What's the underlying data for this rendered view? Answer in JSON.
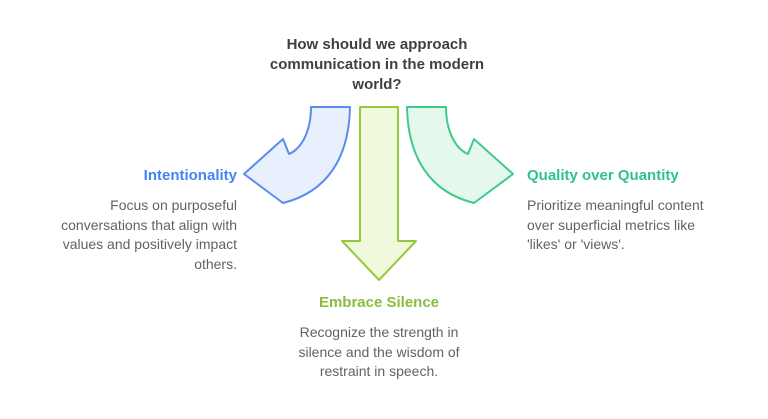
{
  "title": "How should we approach\ncommunication in the modern\nworld?",
  "colors": {
    "background": "#ffffff",
    "title_text": "#3d4043",
    "body_text": "#5f6368",
    "blue_accent": "#4284f3",
    "green_accent": "#2ec487",
    "lime_accent": "#8abd3f"
  },
  "branches": [
    {
      "id": "intentionality",
      "label": "Intentionality",
      "description": "Focus on purposeful\nconversations that align with\nvalues and positively impact\nothers.",
      "label_color": "#4284f3",
      "arrow": {
        "direction": "left-curved",
        "fill": "#e8f0fd",
        "stroke": "#5c8bee"
      }
    },
    {
      "id": "embrace-silence",
      "label": "Embrace Silence",
      "description": "Recognize the strength in\nsilence and the wisdom of\nrestraint in speech.",
      "label_color": "#8abd3f",
      "arrow": {
        "direction": "down-straight",
        "fill": "#f1f9dc",
        "stroke": "#94c83d"
      }
    },
    {
      "id": "quality-over-quantity",
      "label": "Quality over Quantity",
      "description": "Prioritize meaningful content\nover superficial metrics like\n'likes' or 'views'.",
      "label_color": "#2ec487",
      "arrow": {
        "direction": "right-curved",
        "fill": "#e5f8ee",
        "stroke": "#41c98d"
      }
    }
  ]
}
